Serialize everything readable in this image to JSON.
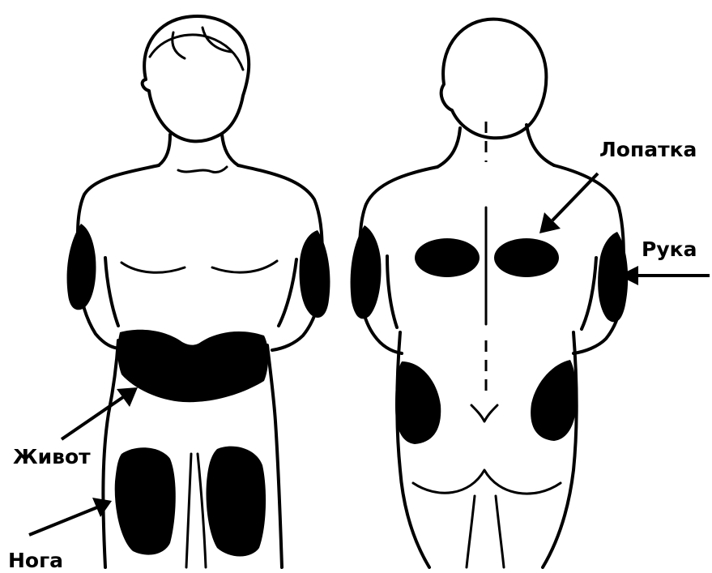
{
  "labels": {
    "shoulder_blade": "Лопатка",
    "arm": "Рука",
    "abdomen": "Живот",
    "leg": "Нога"
  },
  "colors": {
    "background": "#ffffff",
    "outline": "#000000",
    "zone": "#000000"
  },
  "icons": {
    "front_figure": "human-front-icon",
    "back_figure": "human-back-icon"
  }
}
